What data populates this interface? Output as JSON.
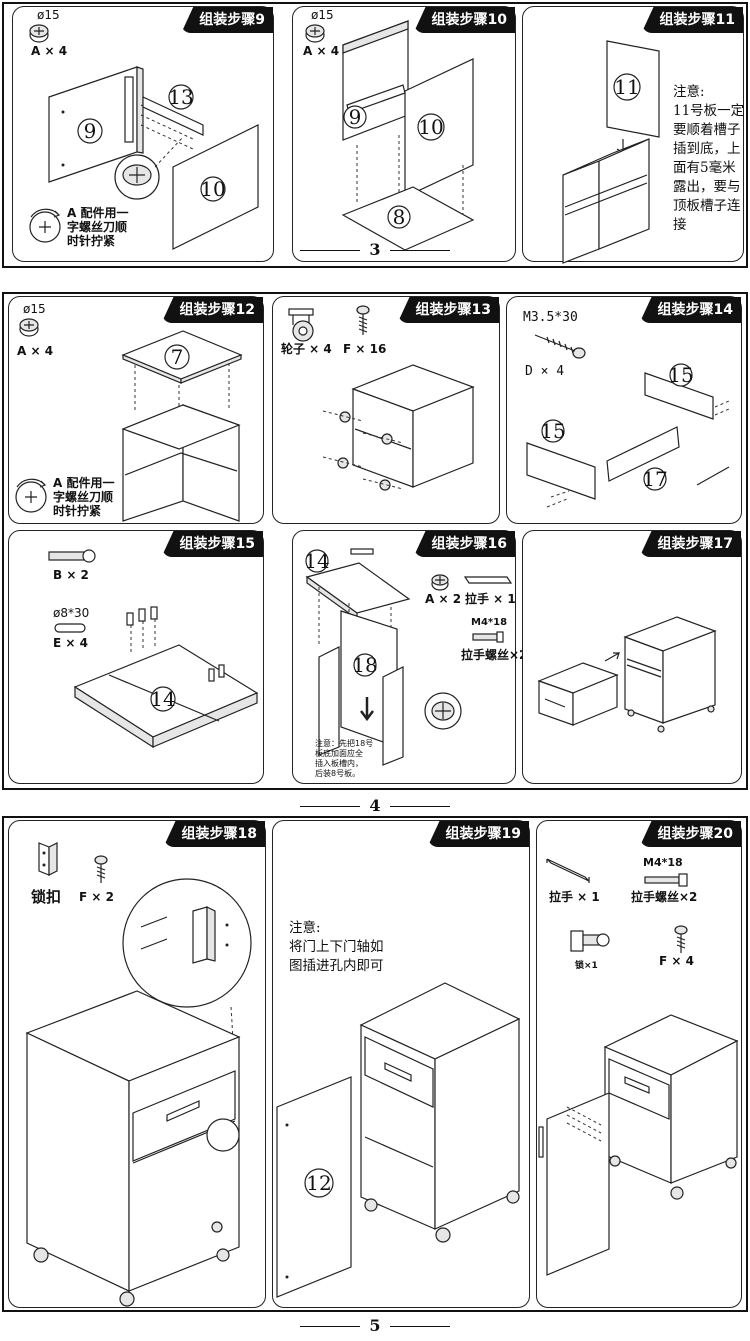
{
  "page_numbers": [
    "3",
    "4",
    "5"
  ],
  "steps": {
    "s9": {
      "title": "组装步骤9",
      "part_size": "ø15",
      "part_qty": "A × 4",
      "panels": [
        "9",
        "13",
        "10"
      ],
      "tip": "A 配件用一\n字螺丝刀顺\n时针拧紧"
    },
    "s10": {
      "title": "组装步骤10",
      "part_size": "ø15",
      "part_qty": "A × 4",
      "panels": [
        "9",
        "10",
        "8"
      ]
    },
    "s11": {
      "title": "组装步骤11",
      "panels": [
        "11"
      ],
      "note": "注意:\n11号板一定\n要顺着槽子\n插到底，上\n面有5毫米\n露出，要与\n顶板槽子连\n接"
    },
    "s12": {
      "title": "组装步骤12",
      "part_size": "ø15",
      "part_qty": "A × 4",
      "panels": [
        "7"
      ],
      "tip": "A 配件用一\n字螺丝刀顺\n时针拧紧"
    },
    "s13": {
      "title": "组装步骤13",
      "caster_qty": "轮子 × 4",
      "screw_qty": "F × 16"
    },
    "s14": {
      "title": "组装步骤14",
      "screw_size": "M3.5*30",
      "screw_qty": "D × 4",
      "panels": [
        "15",
        "15",
        "17"
      ]
    },
    "s15": {
      "title": "组装步骤15",
      "bolt_qty": "B × 2",
      "dowel_size": "ø8*30",
      "dowel_qty": "E × 4",
      "panels": [
        "14"
      ]
    },
    "s16": {
      "title": "组装步骤16",
      "cam_qty": "A × 2",
      "handle_qty": "拉手 × 1",
      "screw_size": "M4*18",
      "handle_screw_qty": "拉手螺丝×2",
      "panels": [
        "14",
        "18"
      ],
      "small_note": "注意：先把18号\n板底加面应全\n插入板槽内，\n后装8号板。"
    },
    "s17": {
      "title": "组装步骤17"
    },
    "s18": {
      "title": "组装步骤18",
      "lock_label": "锁扣",
      "screw_qty": "F × 2"
    },
    "s19": {
      "title": "组装步骤19",
      "note": "注意:\n将门上下门轴如\n图插进孔内即可",
      "panels": [
        "12"
      ]
    },
    "s20": {
      "title": "组装步骤20",
      "handle_qty": "拉手 × 1",
      "screw_size": "M4*18",
      "handle_screw_qty": "拉手螺丝×2",
      "lock_qty": "锁×1",
      "screw_qty": "F × 4"
    }
  }
}
